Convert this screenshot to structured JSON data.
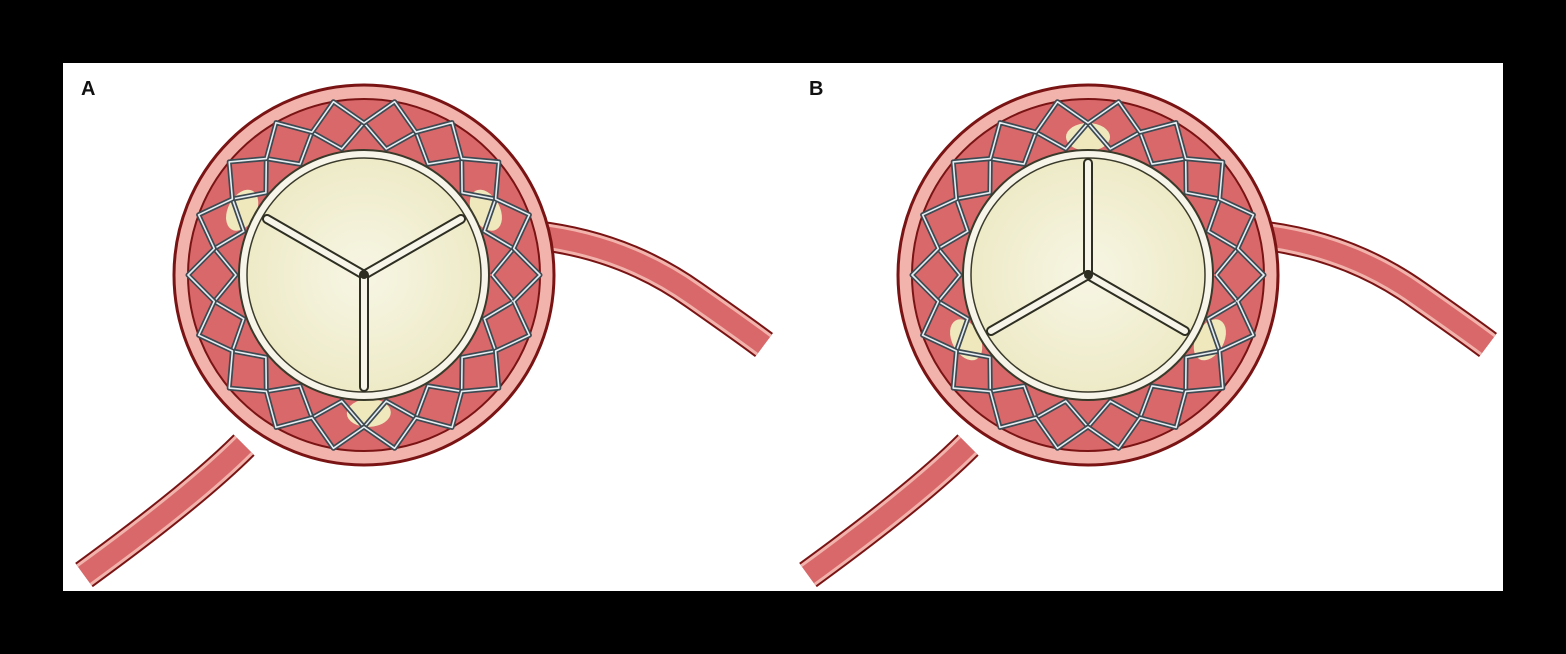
{
  "figure": {
    "description": "Transcatheter valve within aortic root, short-axis view",
    "panels": [
      {
        "label": "A",
        "valve_rotation_deg": 0,
        "commissure_angles_deg": [
          -60,
          60,
          180
        ],
        "calcium_nodules_angles_deg": [
          -62,
          62,
          178
        ],
        "ostia": [
          "right-coronary",
          "left-coronary"
        ]
      },
      {
        "label": "B",
        "valve_rotation_deg": 60,
        "commissure_angles_deg": [
          0,
          120,
          240
        ],
        "calcium_nodules_angles_deg": [
          -118,
          118,
          0
        ],
        "ostia": [
          "right-coronary",
          "left-coronary"
        ]
      }
    ]
  },
  "colors": {
    "background": "#000000",
    "canvas": "#ffffff",
    "vessel_outer": "#f2b3ad",
    "vessel_wall_stroke": "#7a1414",
    "lumen": "#d9686a",
    "stent_frame": "#3d4a52",
    "stent_highlight": "#e6eef2",
    "valve_ring": "#f7f5ea",
    "leaflet": "#ece8c2",
    "leaflet_center": "#f7f6e4",
    "calcium": "#efe8bd"
  }
}
